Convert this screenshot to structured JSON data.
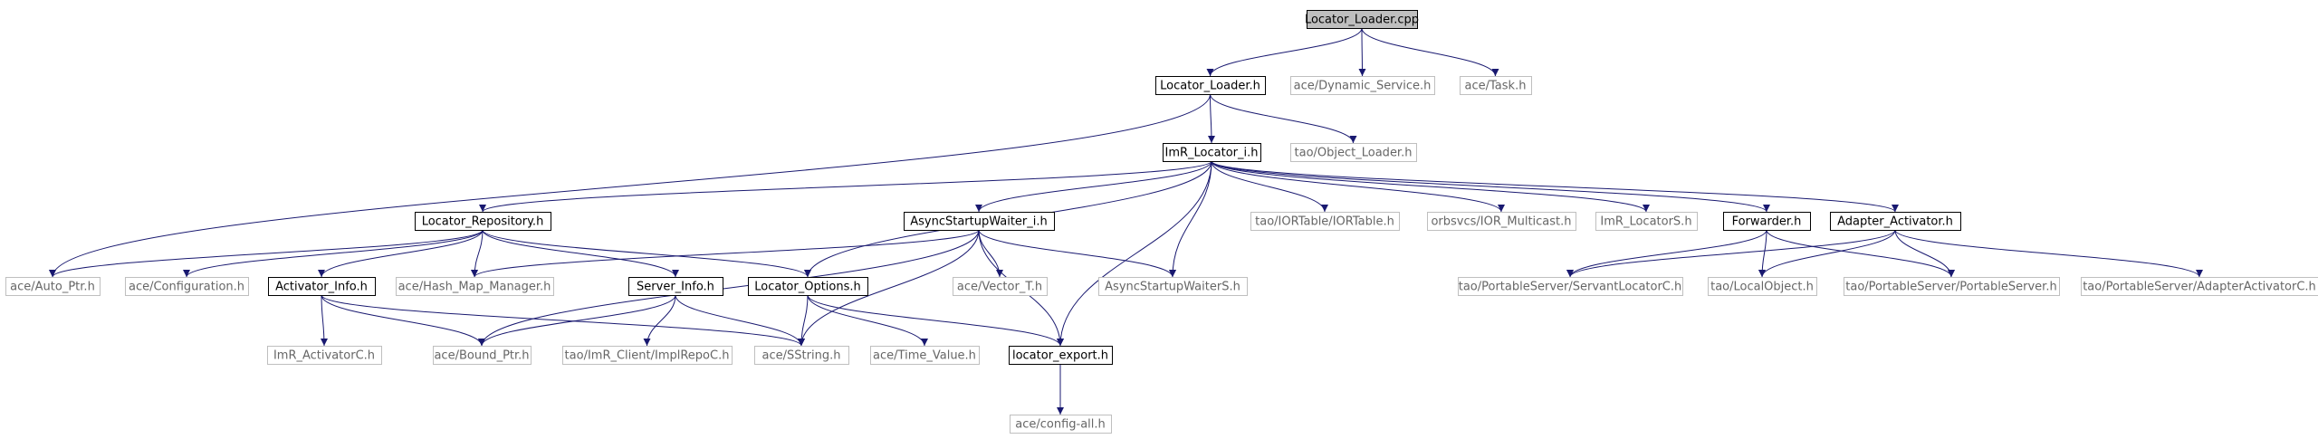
{
  "colors": {
    "edge": "#191970",
    "node_border_local": "#000000",
    "node_border_external": "#bfbfbf",
    "root_fill": "#bfbfbf",
    "text_local": "#000000",
    "text_external": "#666666"
  },
  "nodes": [
    {
      "id": "n0",
      "label": "Locator_Loader.cpp",
      "kind": "root"
    },
    {
      "id": "n1",
      "label": "Locator_Loader.h",
      "kind": "local"
    },
    {
      "id": "n2",
      "label": "ace/Dynamic_Service.h",
      "kind": "external"
    },
    {
      "id": "n3",
      "label": "ace/Task.h",
      "kind": "external"
    },
    {
      "id": "n4",
      "label": "ImR_Locator_i.h",
      "kind": "local"
    },
    {
      "id": "n5",
      "label": "tao/Object_Loader.h",
      "kind": "external"
    },
    {
      "id": "n6",
      "label": "Locator_Repository.h",
      "kind": "local"
    },
    {
      "id": "n7",
      "label": "AsyncStartupWaiter_i.h",
      "kind": "local"
    },
    {
      "id": "n8",
      "label": "tao/IORTable/IORTable.h",
      "kind": "external"
    },
    {
      "id": "n9",
      "label": "orbsvcs/IOR_Multicast.h",
      "kind": "external"
    },
    {
      "id": "n10",
      "label": "ImR_LocatorS.h",
      "kind": "external"
    },
    {
      "id": "n11",
      "label": "Forwarder.h",
      "kind": "local"
    },
    {
      "id": "n12",
      "label": "Adapter_Activator.h",
      "kind": "local"
    },
    {
      "id": "n13",
      "label": "ace/Auto_Ptr.h",
      "kind": "external"
    },
    {
      "id": "n14",
      "label": "ace/Configuration.h",
      "kind": "external"
    },
    {
      "id": "n15",
      "label": "Activator_Info.h",
      "kind": "local"
    },
    {
      "id": "n16",
      "label": "ace/Hash_Map_Manager.h",
      "kind": "external"
    },
    {
      "id": "n17",
      "label": "Server_Info.h",
      "kind": "local"
    },
    {
      "id": "n18",
      "label": "Locator_Options.h",
      "kind": "local"
    },
    {
      "id": "n19",
      "label": "ace/Vector_T.h",
      "kind": "external"
    },
    {
      "id": "n20",
      "label": "AsyncStartupWaiterS.h",
      "kind": "external"
    },
    {
      "id": "n21",
      "label": "tao/PortableServer/ServantLocatorC.h",
      "kind": "external"
    },
    {
      "id": "n22",
      "label": "tao/LocalObject.h",
      "kind": "external"
    },
    {
      "id": "n23",
      "label": "tao/PortableServer/PortableServer.h",
      "kind": "external"
    },
    {
      "id": "n24",
      "label": "tao/PortableServer/AdapterActivatorC.h",
      "kind": "external"
    },
    {
      "id": "n25",
      "label": "ImR_ActivatorC.h",
      "kind": "external"
    },
    {
      "id": "n26",
      "label": "ace/Bound_Ptr.h",
      "kind": "external"
    },
    {
      "id": "n27",
      "label": "tao/ImR_Client/ImplRepoC.h",
      "kind": "external"
    },
    {
      "id": "n28",
      "label": "ace/SString.h",
      "kind": "external"
    },
    {
      "id": "n29",
      "label": "ace/Time_Value.h",
      "kind": "external"
    },
    {
      "id": "n30",
      "label": "locator_export.h",
      "kind": "local"
    },
    {
      "id": "n31",
      "label": "ace/config-all.h",
      "kind": "external"
    }
  ],
  "edges": [
    [
      "n0",
      "n1"
    ],
    [
      "n0",
      "n2"
    ],
    [
      "n0",
      "n3"
    ],
    [
      "n1",
      "n4"
    ],
    [
      "n1",
      "n5"
    ],
    [
      "n1",
      "n13"
    ],
    [
      "n4",
      "n6"
    ],
    [
      "n4",
      "n7"
    ],
    [
      "n4",
      "n8"
    ],
    [
      "n4",
      "n9"
    ],
    [
      "n4",
      "n10"
    ],
    [
      "n4",
      "n11"
    ],
    [
      "n4",
      "n12"
    ],
    [
      "n4",
      "n18"
    ],
    [
      "n4",
      "n20"
    ],
    [
      "n4",
      "n30"
    ],
    [
      "n6",
      "n13"
    ],
    [
      "n6",
      "n14"
    ],
    [
      "n6",
      "n15"
    ],
    [
      "n6",
      "n16"
    ],
    [
      "n6",
      "n17"
    ],
    [
      "n6",
      "n18"
    ],
    [
      "n7",
      "n16"
    ],
    [
      "n7",
      "n19"
    ],
    [
      "n7",
      "n20"
    ],
    [
      "n7",
      "n26"
    ],
    [
      "n7",
      "n28"
    ],
    [
      "n7",
      "n30"
    ],
    [
      "n11",
      "n21"
    ],
    [
      "n11",
      "n22"
    ],
    [
      "n11",
      "n23"
    ],
    [
      "n12",
      "n21"
    ],
    [
      "n12",
      "n22"
    ],
    [
      "n12",
      "n23"
    ],
    [
      "n12",
      "n24"
    ],
    [
      "n15",
      "n25"
    ],
    [
      "n15",
      "n26"
    ],
    [
      "n15",
      "n28"
    ],
    [
      "n17",
      "n26"
    ],
    [
      "n17",
      "n27"
    ],
    [
      "n17",
      "n28"
    ],
    [
      "n18",
      "n28"
    ],
    [
      "n18",
      "n29"
    ],
    [
      "n18",
      "n30"
    ],
    [
      "n30",
      "n31"
    ]
  ]
}
